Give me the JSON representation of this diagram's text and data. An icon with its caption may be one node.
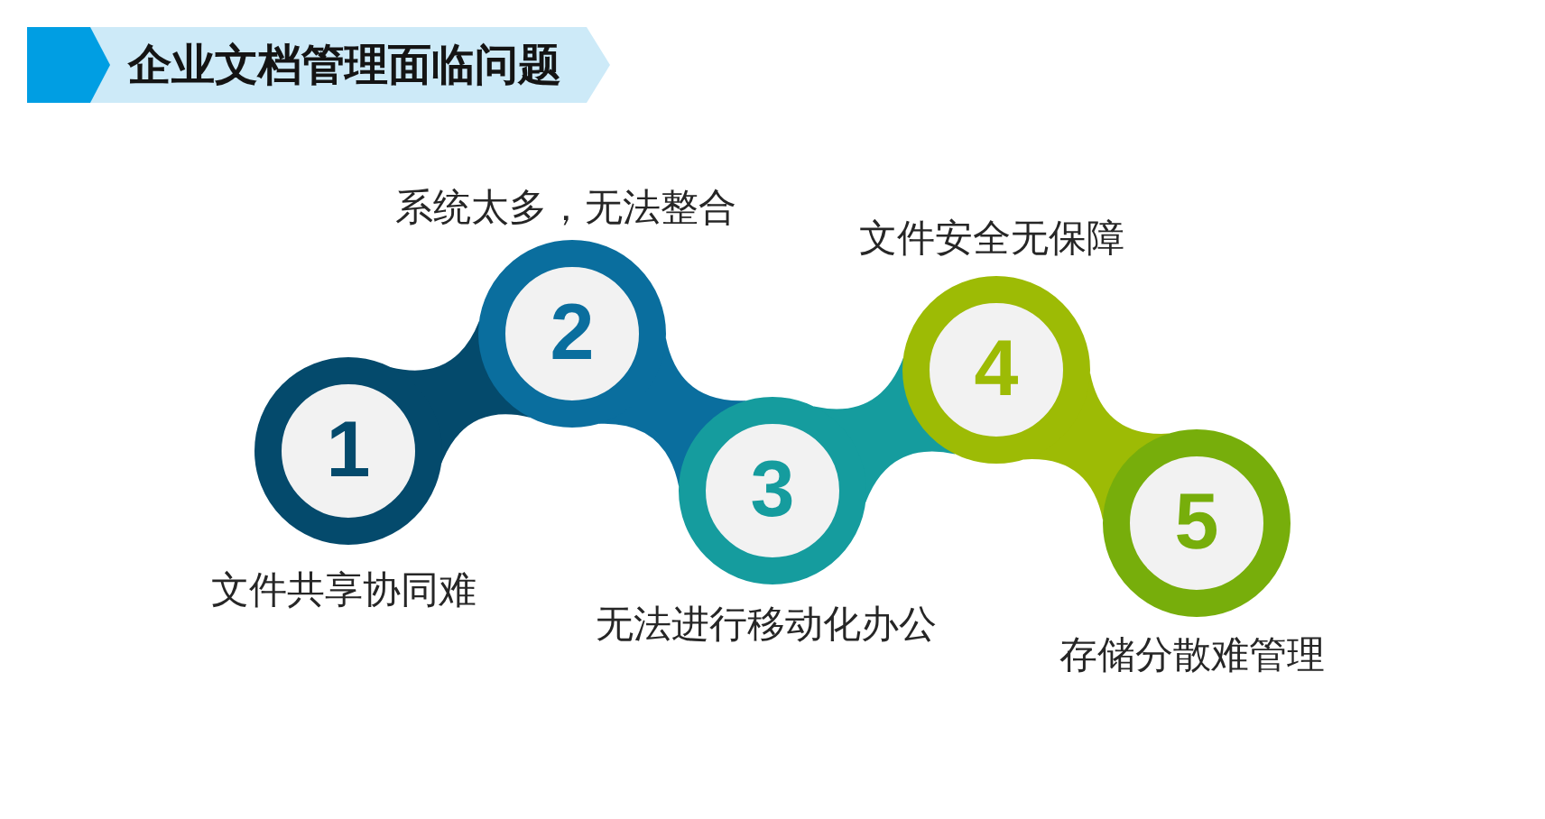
{
  "diagram": {
    "title": "企业文档管理面临问题",
    "nodes": [
      {
        "text": [
          "1"
        ],
        "beside": [
          "文件共享协同难"
        ]
      },
      {
        "text": [
          "2"
        ],
        "beside": [
          "系统太多，无法整合"
        ]
      },
      {
        "text": [
          "3"
        ],
        "beside": [
          "无法进行移动化办公"
        ]
      },
      {
        "text": [
          "4"
        ],
        "beside": [
          "文件安全无保障"
        ]
      },
      {
        "text": [
          "5"
        ],
        "beside": [
          "存储分散难管理"
        ]
      }
    ],
    "edges": [
      {
        "from": 0,
        "to": 1,
        "arrow": "none",
        "style": "thick",
        "color": "#044a6c"
      },
      {
        "from": 1,
        "to": 2,
        "arrow": "none",
        "style": "thick",
        "color": "#0a6e9e"
      },
      {
        "from": 2,
        "to": 3,
        "arrow": "none",
        "style": "thick",
        "color": "#159c9e"
      },
      {
        "from": 3,
        "to": 4,
        "arrow": "none",
        "style": "thick",
        "color": "#9dbb05"
      }
    ]
  }
}
